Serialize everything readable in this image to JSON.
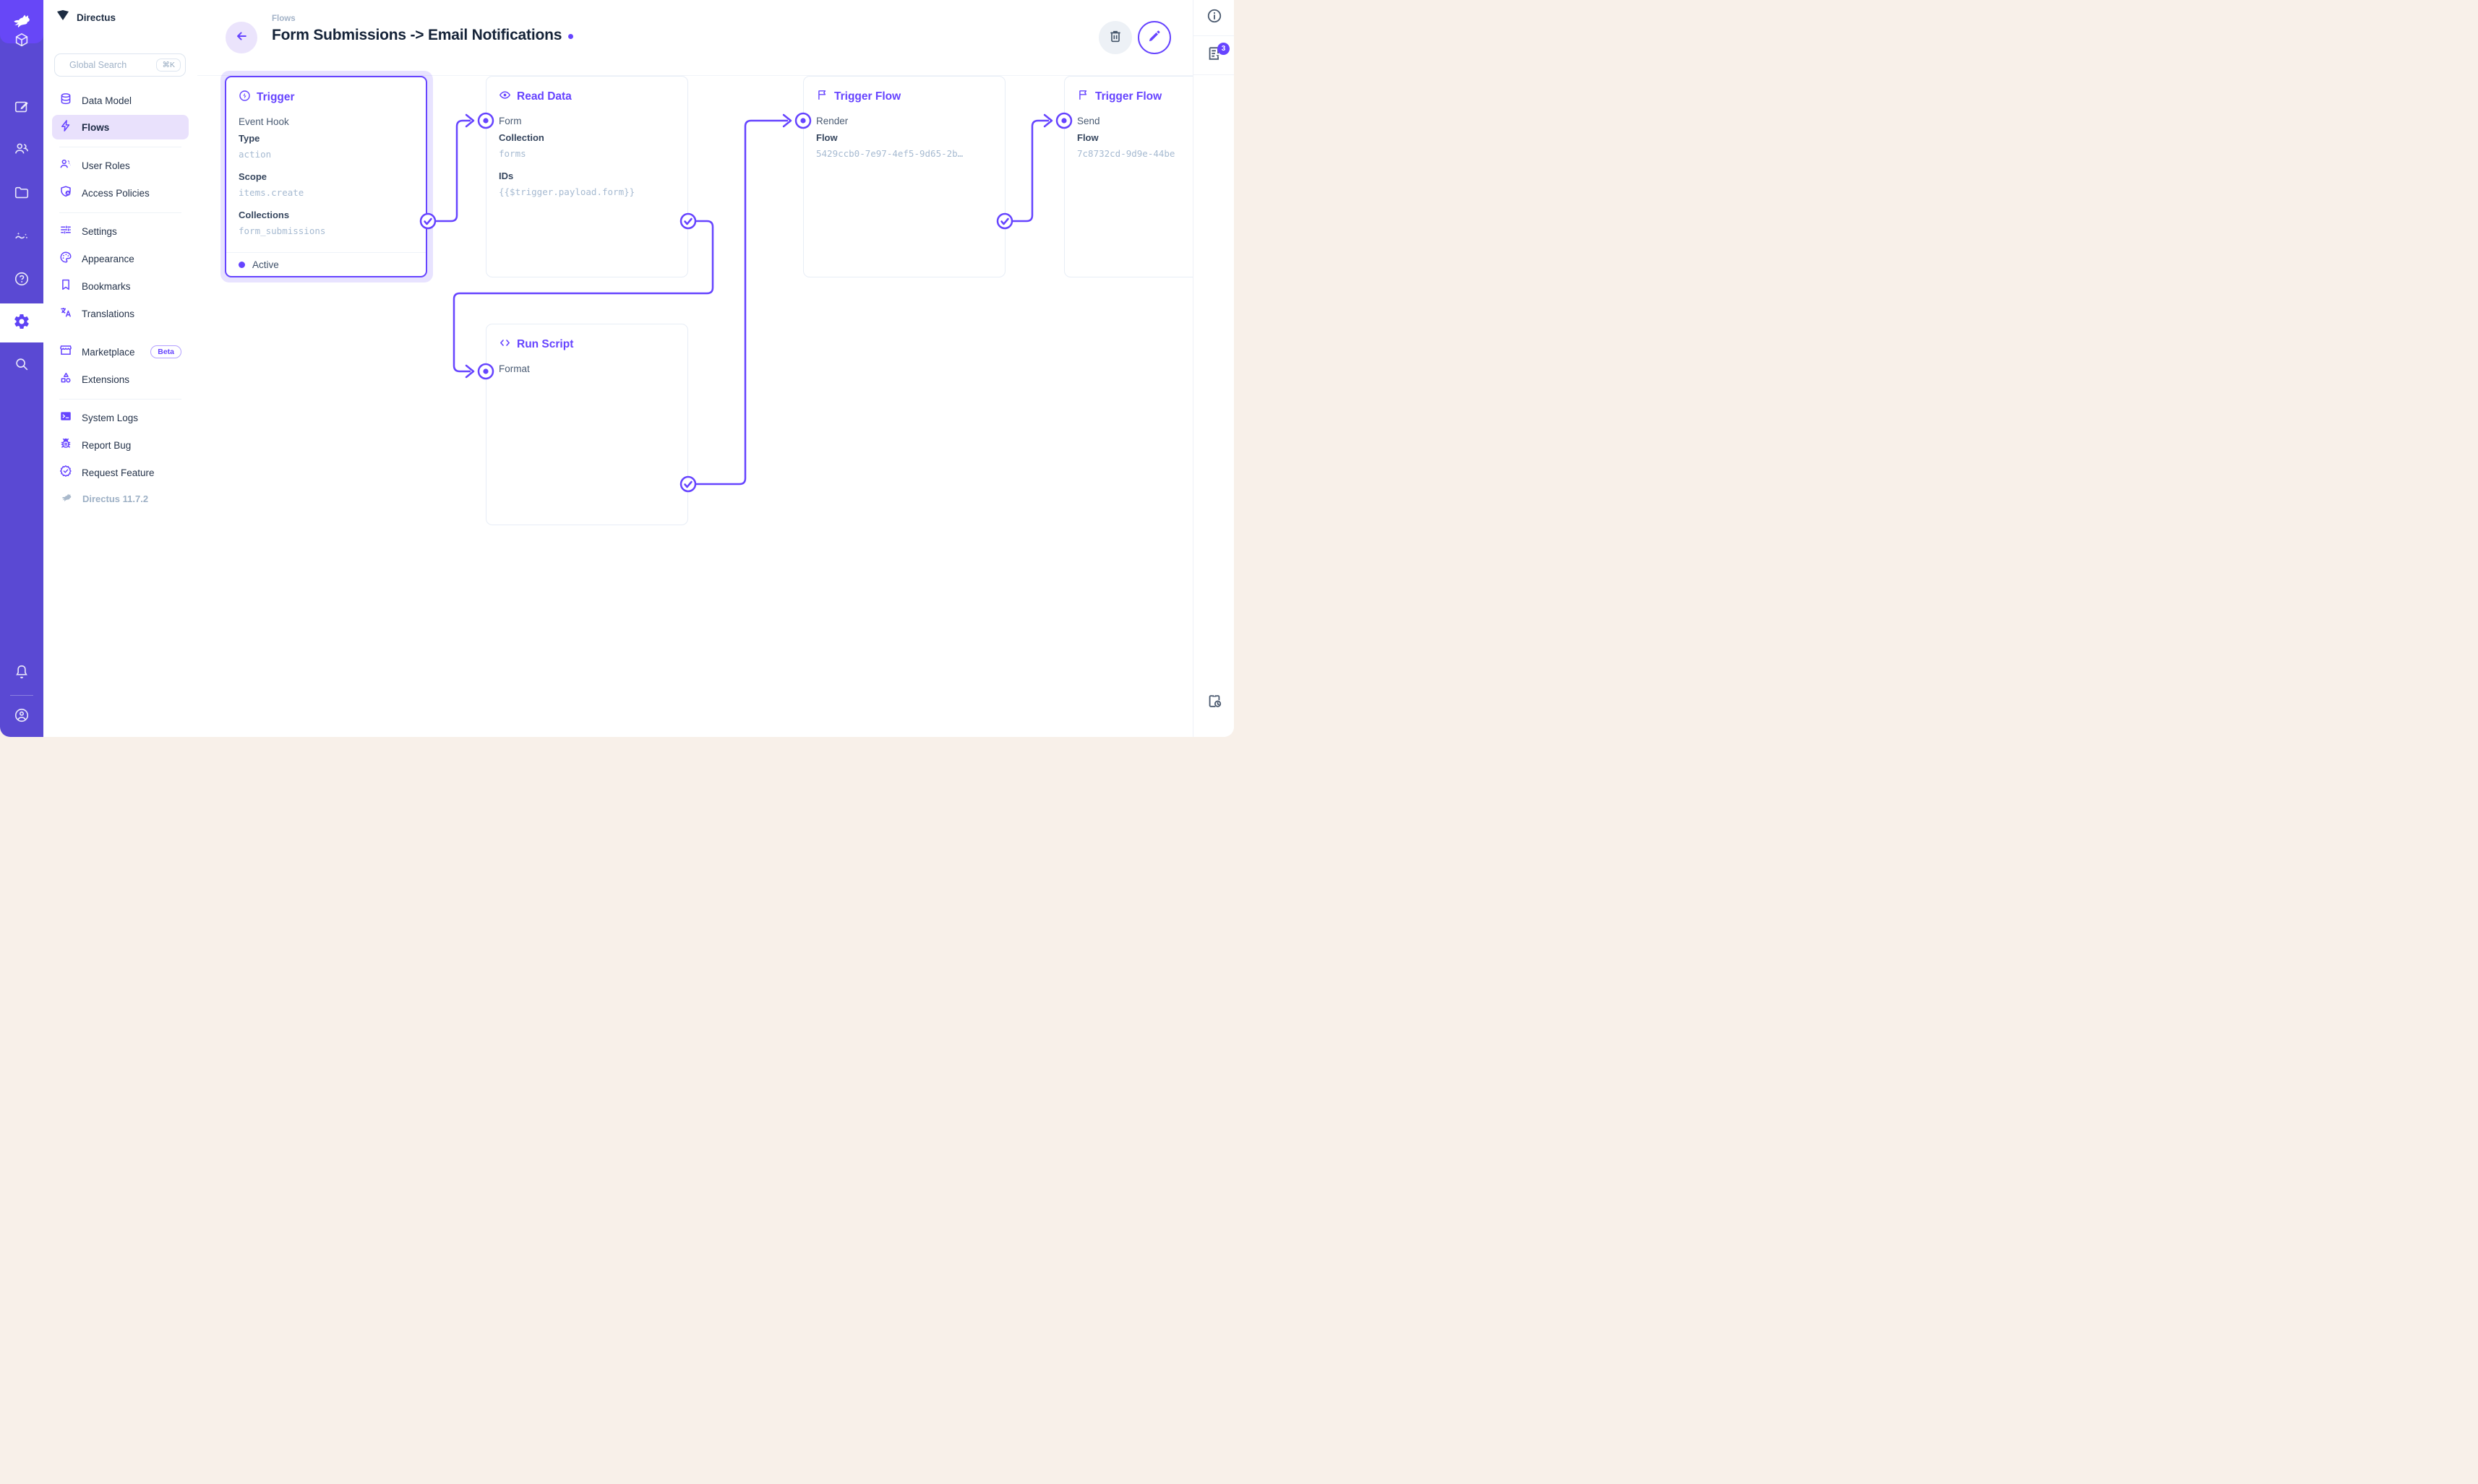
{
  "app": {
    "colors": {
      "accent": "#6644FF",
      "module_bar": "#5A49D3",
      "logo_tile": "#6747F7",
      "page_background": "#F8F0E9",
      "active_item_bg": "#E9E1FC",
      "title_text": "#152338",
      "mono_value_text": "#A6BAD1"
    }
  },
  "sidebar": {
    "project_name": "Directus",
    "search_placeholder": "Global Search",
    "search_shortcut": "⌘K",
    "nav": [
      {
        "label": "Data Model",
        "icon": "database-icon"
      },
      {
        "label": "Flows",
        "icon": "bolt-icon"
      },
      {
        "label": "User Roles",
        "icon": "people-icon"
      },
      {
        "label": "Access Policies",
        "icon": "shield-user-icon"
      },
      {
        "label": "Settings",
        "icon": "tune-icon"
      },
      {
        "label": "Appearance",
        "icon": "palette-icon"
      },
      {
        "label": "Bookmarks",
        "icon": "bookmark-icon"
      },
      {
        "label": "Translations",
        "icon": "translate-icon"
      },
      {
        "label": "Marketplace",
        "icon": "storefront-icon",
        "badge": "Beta"
      },
      {
        "label": "Extensions",
        "icon": "shapes-icon"
      },
      {
        "label": "System Logs",
        "icon": "terminal-icon"
      },
      {
        "label": "Report Bug",
        "icon": "bug-icon"
      },
      {
        "label": "Request Feature",
        "icon": "award-icon"
      }
    ],
    "version": "Directus 11.7.2"
  },
  "header": {
    "breadcrumb": "Flows",
    "title": "Form Submissions -> Email Notifications"
  },
  "rail": {
    "log_badge": "3"
  },
  "flow": {
    "trigger": {
      "title": "Trigger",
      "kind": "Event Hook",
      "type_label": "Type",
      "type_value": "action",
      "scope_label": "Scope",
      "scope_value": "items.create",
      "collections_label": "Collections",
      "collections_value": "form_submissions",
      "status": "Active"
    },
    "read_data": {
      "title": "Read Data",
      "input": "Form",
      "collection_label": "Collection",
      "collection_value": "forms",
      "ids_label": "IDs",
      "ids_value": "{{$trigger.payload.form}}"
    },
    "run_script": {
      "title": "Run Script",
      "input": "Format"
    },
    "trigger_flow_render": {
      "title": "Trigger Flow",
      "input": "Render",
      "flow_label": "Flow",
      "flow_value": "5429ccb0-7e97-4ef5-9d65-2b…"
    },
    "trigger_flow_send": {
      "title": "Trigger Flow",
      "input": "Send",
      "flow_label": "Flow",
      "flow_value": "7c8732cd-9d9e-44be"
    }
  }
}
